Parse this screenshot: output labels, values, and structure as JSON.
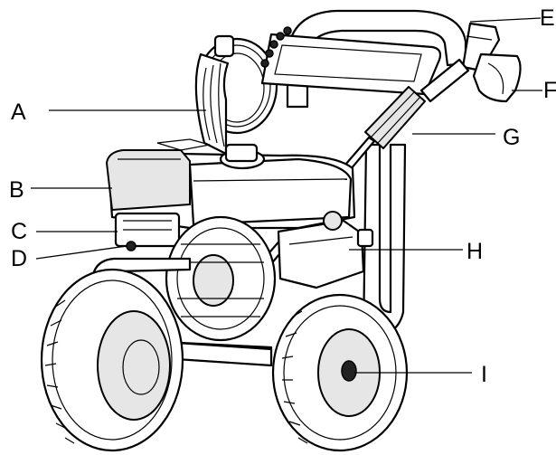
{
  "labels": [
    {
      "id": "A",
      "text": "A"
    },
    {
      "id": "B",
      "text": "B"
    },
    {
      "id": "C",
      "text": "C"
    },
    {
      "id": "D",
      "text": "D"
    },
    {
      "id": "E",
      "text": "E"
    },
    {
      "id": "F",
      "text": "F"
    },
    {
      "id": "G",
      "text": "G"
    },
    {
      "id": "H",
      "text": "H"
    },
    {
      "id": "I",
      "text": "I"
    }
  ]
}
